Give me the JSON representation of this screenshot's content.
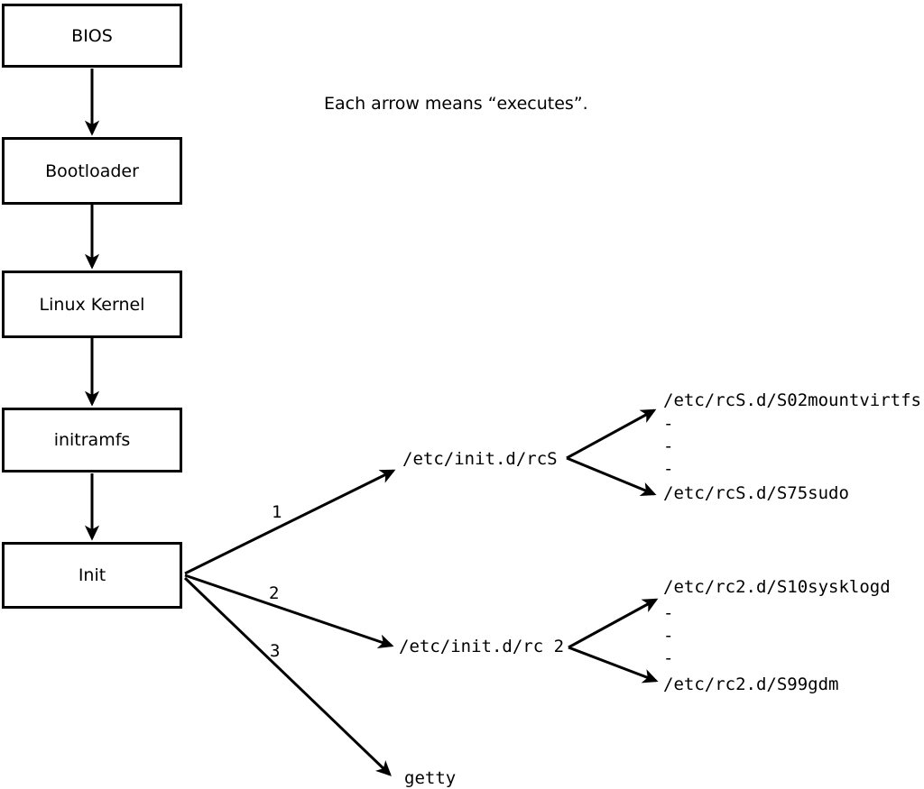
{
  "caption": "Each arrow means “executes”.",
  "colors": {
    "ink": "#000000",
    "background": "#ffffff"
  },
  "boot_chain": [
    {
      "label": "BIOS"
    },
    {
      "label": "Bootloader"
    },
    {
      "label": "Linux Kernel"
    },
    {
      "label": "initramfs"
    },
    {
      "label": "Init"
    }
  ],
  "branches": [
    {
      "number": "1",
      "command": "/etc/init.d/rcS",
      "first_child": "/etc/rcS.d/S02mountvirtfs",
      "last_child": "/etc/rcS.d/S75sudo",
      "ellipsis": [
        "-",
        "-",
        "-"
      ]
    },
    {
      "number": "2",
      "command": "/etc/init.d/rc 2",
      "first_child": "/etc/rc2.d/S10sysklogd",
      "last_child": "/etc/rc2.d/S99gdm",
      "ellipsis": [
        "-",
        "-",
        "-"
      ]
    },
    {
      "number": "3",
      "command": "getty"
    }
  ]
}
